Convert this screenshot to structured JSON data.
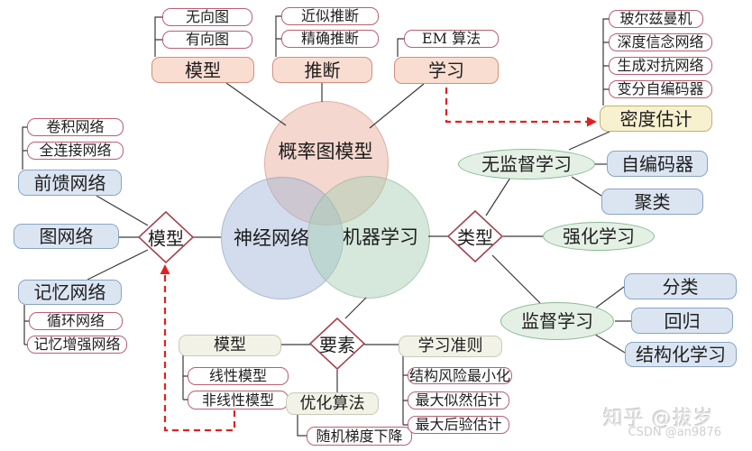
{
  "palette": {
    "pink_fill": "#f9ddd1",
    "pink_border": "#d28f7e",
    "white_box_border": "#bb5f72",
    "blue_fill": "#dbe5f2",
    "blue_border": "#8aa5c4",
    "green_fill": "#e4f0e4",
    "green_border": "#87ba96",
    "yellow_fill": "#f8f1cf",
    "yellow_border": "#bfb173",
    "ivory_fill": "#f2f2e7",
    "ivory_border": "#c7cbb8",
    "diamond_border": "#a3454f",
    "line_color": "#3a3a3a",
    "dashed_arrow_color": "#e32020",
    "venn_pink": "#f2d6cc",
    "venn_blue": "#d3dcee",
    "venn_green": "#d6e8dc"
  },
  "circles": {
    "pgm": {
      "label": "概率图模型"
    },
    "nn": {
      "label": "神经网络"
    },
    "ml": {
      "label": "机器学习"
    }
  },
  "nodes": {
    "undirected": {
      "label": "无向图"
    },
    "directed": {
      "label": "有向图"
    },
    "pgm_model": {
      "label": "模型"
    },
    "approx_inference": {
      "label": "近似推断"
    },
    "exact_inference": {
      "label": "精确推断"
    },
    "inference": {
      "label": "推断"
    },
    "em": {
      "label": "EM 算法"
    },
    "pgm_learning": {
      "label": "学习"
    },
    "boltzmann": {
      "label": "玻尔兹曼机"
    },
    "dbn": {
      "label": "深度信念网络"
    },
    "gan": {
      "label": "生成对抗网络"
    },
    "vae": {
      "label": "变分自编码器"
    },
    "density": {
      "label": "密度估计"
    },
    "conv": {
      "label": "卷积网络"
    },
    "fc": {
      "label": "全连接网络"
    },
    "feedforward": {
      "label": "前馈网络"
    },
    "graphnet": {
      "label": "图网络"
    },
    "nn_model": {
      "label": "模型"
    },
    "memory": {
      "label": "记忆网络"
    },
    "recurrent": {
      "label": "循环网络"
    },
    "mann": {
      "label": "记忆增强网络"
    },
    "type": {
      "label": "类型"
    },
    "unsupervised": {
      "label": "无监督学习"
    },
    "autoencoder": {
      "label": "自编码器"
    },
    "clustering": {
      "label": "聚类"
    },
    "reinforcement": {
      "label": "强化学习"
    },
    "supervised": {
      "label": "监督学习"
    },
    "classification": {
      "label": "分类"
    },
    "regression": {
      "label": "回归"
    },
    "structured": {
      "label": "结构化学习"
    },
    "ml_model": {
      "label": "模型"
    },
    "elements": {
      "label": "要素"
    },
    "criterion": {
      "label": "学习准则"
    },
    "linear": {
      "label": "线性模型"
    },
    "nonlinear": {
      "label": "非线性模型"
    },
    "optimization": {
      "label": "优化算法"
    },
    "sgd": {
      "label": "随机梯度下降"
    },
    "srm": {
      "label": "结构风险最小化"
    },
    "mle": {
      "label": "最大似然估计"
    },
    "map": {
      "label": "最大后验估计"
    }
  },
  "watermark": {
    "zhihu": "知乎 @拔岁",
    "csdn": "CSDN @an9876"
  }
}
